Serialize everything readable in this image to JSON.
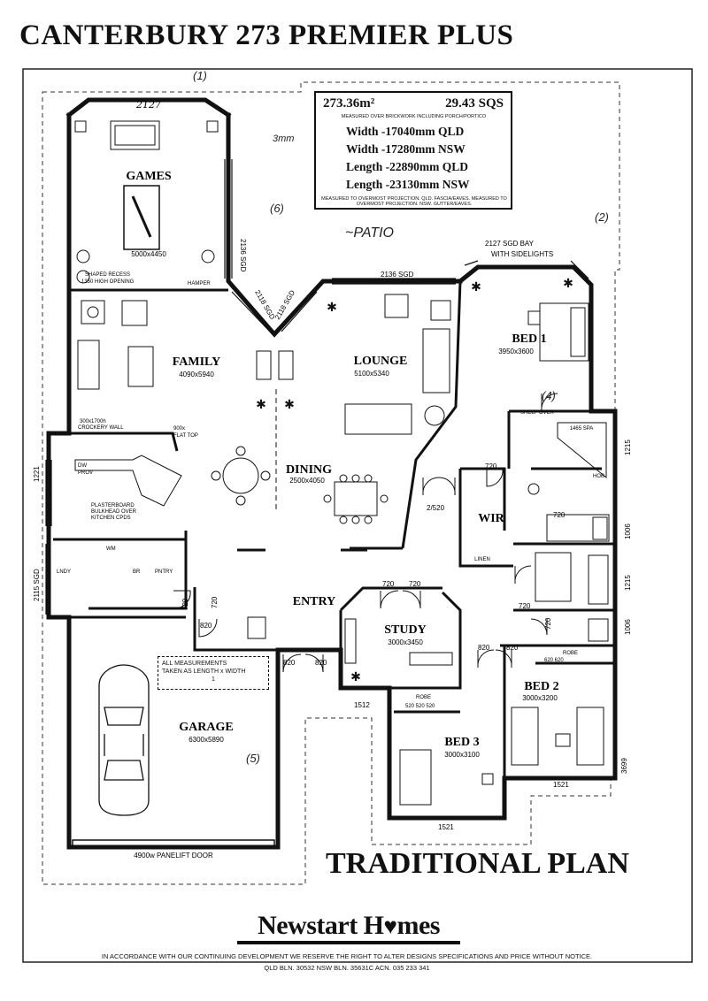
{
  "title": "CANTERBURY 273 PREMIER PLUS",
  "subtitle": "TRADITIONAL PLAN",
  "brand": {
    "before": "Newstart H",
    "heart": "♥",
    "after": "mes"
  },
  "footer": {
    "line1": "IN ACCORDANCE WITH OUR CONTINUING DEVELOPMENT WE RESERVE THE RIGHT TO ALTER DESIGNS SPECIFICATIONS AND PRICE WITHOUT NOTICE.",
    "line2": "QLD BLN. 30532     NSW BLN. 35631C     ACN. 035 233 341"
  },
  "info": {
    "area": "273.36m²",
    "squares": "29.43 SQS",
    "note_top": "MEASURED OVER BRICKWORK INCLUDING PORCH/PORTICO",
    "width_qld": "Width -17040mm QLD",
    "width_nsw": "Width -17280mm NSW",
    "length_qld": "Length -22890mm QLD",
    "length_nsw": "Length -23130mm NSW",
    "note_bottom": "MEASURED TO OVERMOST PROJECTION. QLD. FASCIA/EAVES. MEASURED TO OVERMOST PROJECTION. NSW. GUTTER/EAVES."
  },
  "measure_note": {
    "line1": "ALL MEASUREMENTS",
    "line2": "TAKEN AS LENGTH x WIDTH",
    "line3": "1"
  },
  "rooms": {
    "games": {
      "name": "GAMES",
      "dim": "5000x4450"
    },
    "family": {
      "name": "FAMILY",
      "dim": "4090x5940"
    },
    "lounge": {
      "name": "LOUNGE",
      "dim": "5100x5340"
    },
    "dining": {
      "name": "DINING",
      "dim": "2500x4050"
    },
    "bed1": {
      "name": "BED 1",
      "dim": "3950x3600"
    },
    "study": {
      "name": "STUDY",
      "dim": "3000x3450"
    },
    "entry": {
      "name": "ENTRY"
    },
    "garage": {
      "name": "GARAGE",
      "dim": "6300x5890"
    },
    "bed2": {
      "name": "BED 2",
      "dim": "3000x3200"
    },
    "bed3": {
      "name": "BED 3",
      "dim": "3000x3100"
    },
    "wir": {
      "name": "WIR"
    },
    "spa": {
      "name": "1465 SPA"
    },
    "linen": {
      "name": "LINEN"
    }
  },
  "labels": {
    "games_top": "2127",
    "games_sgd": "2136 SGD",
    "sgd_2118a": "2118 SGD",
    "sgd_2118b": "2118 SGD",
    "sgd_2136": "2136 SGD",
    "bay": "2127 SGD BAY",
    "bay2": "WITH SIDELIGHTS",
    "shelf": "SHELF OVER",
    "patio": "PATIO",
    "games_note1": "SHAPED RECESS",
    "games_note2": "1350 HIGH OPENING",
    "hamper": "HAMPER",
    "kitchen_note1": "300x1700h",
    "kitchen_note2": "CROCKERY WALL",
    "flat_note1": "900x",
    "flat_note2": "FLAT TOP",
    "dw": "DW",
    "prov": "PROV",
    "plaster1": "PLASTERBOARD",
    "plaster2": "BULKHEAD OVER",
    "plaster3": "KITCHEN CPDS",
    "wm": "WM",
    "br": "BR",
    "pntry": "PNTRY",
    "lndy": "LNDY",
    "w_1221": "1221",
    "w_2115": "2115 SGD",
    "d_820a": "820",
    "d_720a": "720",
    "d_720b": "720",
    "d_720c": "720",
    "d_720d": "720",
    "d_720e": "720",
    "d_720f": "720",
    "d_720g": "720",
    "d_720h": "720",
    "d_820b": "820",
    "d_820c": "820",
    "d_820d": "820",
    "d_820e": "820",
    "d_2520": "2/520",
    "d_1215a": "1215",
    "d_1006a": "1006",
    "d_1215b": "1215",
    "d_1006b": "1006",
    "d_1512": "1512",
    "d_1521a": "1521",
    "d_1521b": "1521",
    "d_3699": "3699",
    "robe": "ROBE",
    "robe_dims": "520  520  520",
    "robe2_dims": "620   620",
    "hob": "HOB",
    "door_panel": "4900w PANELIFT DOOR",
    "hand1": "(1)",
    "hand2": "(6)",
    "hand3": "(2)",
    "hand4": "(4)",
    "hand5": "(5)",
    "hand6": "3mm"
  }
}
